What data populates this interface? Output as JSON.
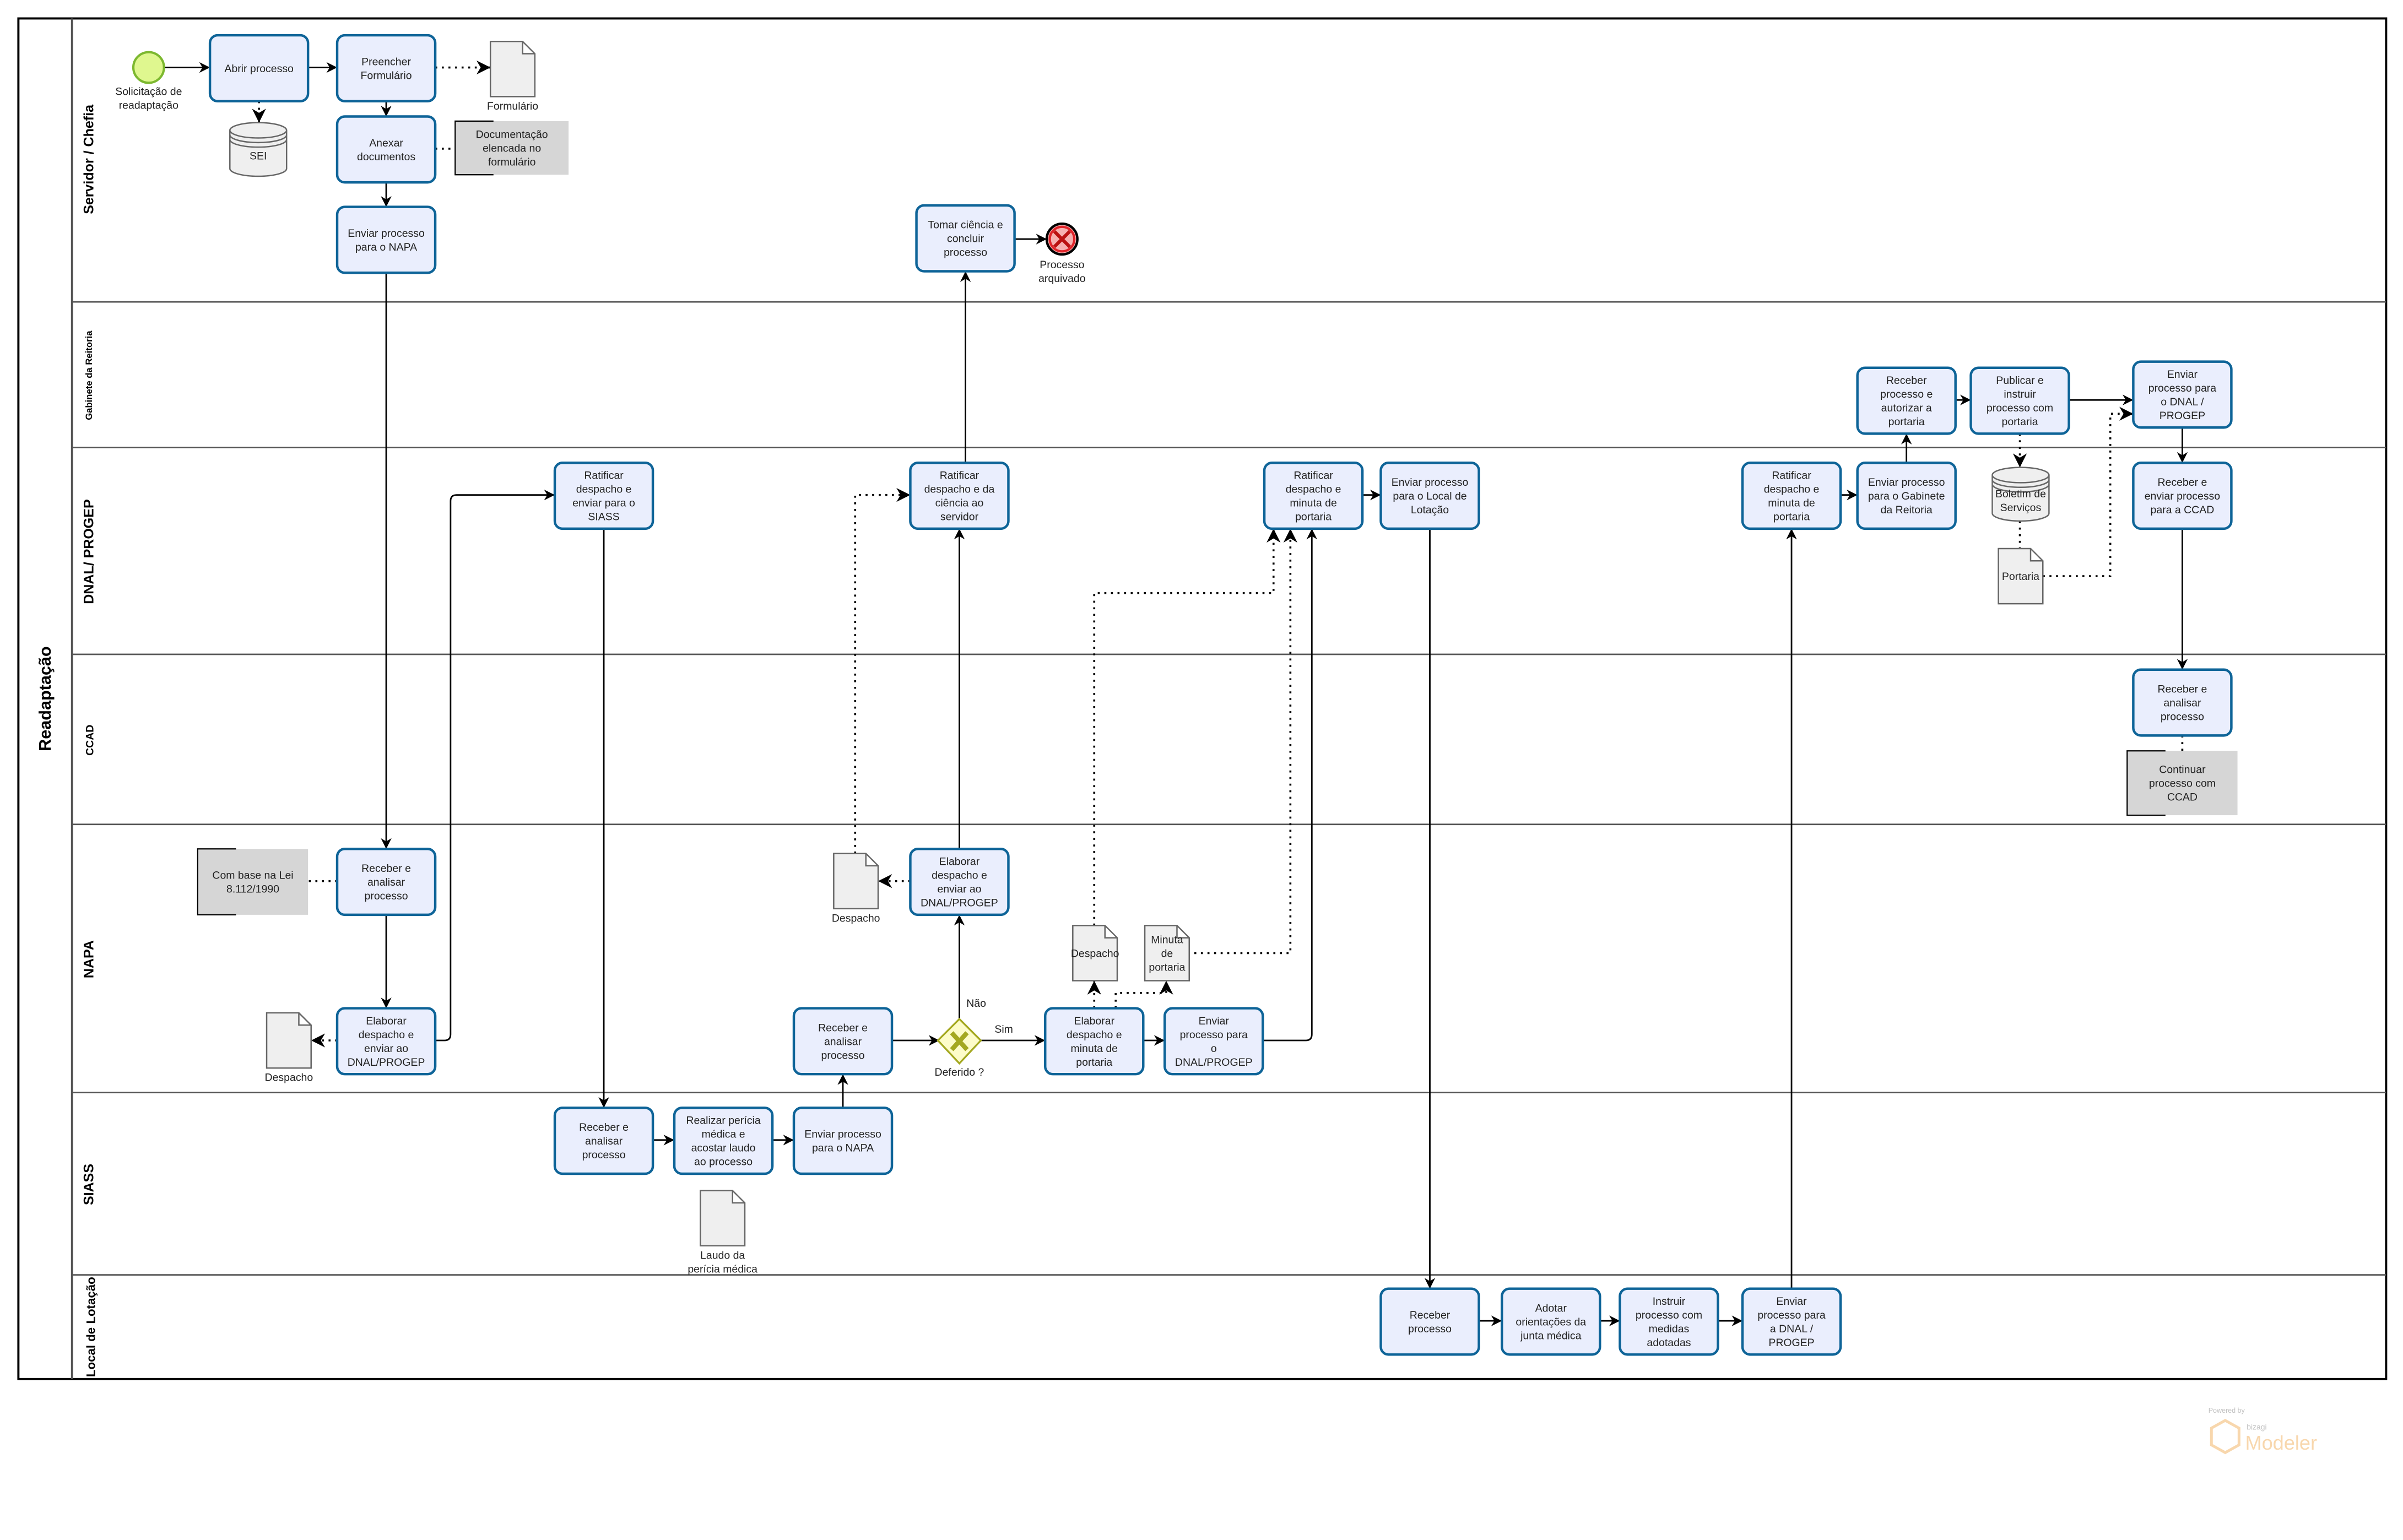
{
  "pool": {
    "title": "Readaptação"
  },
  "lanes": [
    "Servidor / Chefia",
    "Gabinete da Reitoria",
    "DNAL/ PROGEP",
    "CCAD",
    "NAPA",
    "SIASS",
    "Local de Lotação"
  ],
  "events": {
    "start": "Solicitação de readaptação",
    "start_lines": [
      "Solicitação de",
      "readaptação"
    ],
    "end": "Processo arquivado",
    "end_lines": [
      "Processo",
      "arquivado"
    ]
  },
  "gateway": {
    "label": "Deferido ?",
    "yes": "Sim",
    "no": "Não"
  },
  "tasks": {
    "abrir_processo": [
      "Abrir processo"
    ],
    "preencher": [
      "Preencher",
      "Formulário"
    ],
    "anexar": [
      "Anexar",
      "documentos"
    ],
    "enviar_napa_1": [
      "Enviar processo",
      "para o NAPA"
    ],
    "tomar_ciencia": [
      "Tomar ciência e",
      "concluir",
      "processo"
    ],
    "receber_autorizar": [
      "Receber",
      "processo e",
      "autorizar a",
      "portaria"
    ],
    "publicar": [
      "Publicar e",
      "instruir",
      "processo com",
      "portaria"
    ],
    "enviar_dnal_gab": [
      "Enviar",
      "processo para",
      "o DNAL /",
      "PROGEP"
    ],
    "ratificar_siass": [
      "Ratificar",
      "despacho e",
      "enviar para o",
      "SIASS"
    ],
    "ratificar_ciencia": [
      "Ratificar",
      "despacho e da",
      "ciência ao",
      "servidor"
    ],
    "ratificar_minuta_1": [
      "Ratificar",
      "despacho e",
      "minuta de",
      "portaria"
    ],
    "enviar_local": [
      "Enviar processo",
      "para o Local de",
      "Lotação"
    ],
    "ratificar_minuta_2": [
      "Ratificar",
      "despacho e",
      "minuta de",
      "portaria"
    ],
    "enviar_gabinete": [
      "Enviar processo",
      "para o Gabinete",
      "da Reitoria"
    ],
    "receber_enviar_ccad": [
      "Receber e",
      "enviar processo",
      "para a CCAD"
    ],
    "ccad_receber": [
      "Receber e",
      "analisar",
      "processo"
    ],
    "napa_receber_1": [
      "Receber e",
      "analisar",
      "processo"
    ],
    "napa_elaborar_1": [
      "Elaborar",
      "despacho e",
      "enviar ao",
      "DNAL/PROGEP"
    ],
    "napa_elaborar_2": [
      "Elaborar",
      "despacho e",
      "enviar ao",
      "DNAL/PROGEP"
    ],
    "napa_receber_2": [
      "Receber e",
      "analisar",
      "processo"
    ],
    "napa_elaborar_minuta": [
      "Elaborar",
      "despacho e",
      "minuta de",
      "portaria"
    ],
    "napa_enviar_dnal": [
      "Enviar",
      "processo para",
      "o",
      "DNAL/PROGEP"
    ],
    "siass_receber": [
      "Receber e",
      "analisar",
      "processo"
    ],
    "siass_pericia": [
      "Realizar perícia",
      "médica e",
      "acostar laudo",
      "ao processo"
    ],
    "siass_enviar_napa": [
      "Enviar processo",
      "para o NAPA"
    ],
    "local_receber": [
      "Receber",
      "processo"
    ],
    "local_adotar": [
      "Adotar",
      "orientações da",
      "junta médica"
    ],
    "local_instruir": [
      "Instruir",
      "processo com",
      "medidas",
      "adotadas"
    ],
    "local_enviar": [
      "Enviar",
      "processo para",
      "a DNAL /",
      "PROGEP"
    ]
  },
  "documents": {
    "formulario": {
      "lines": [
        "Formulário"
      ]
    },
    "despacho_1": {
      "lines": [
        "Despacho"
      ]
    },
    "despacho_2": {
      "lines": [
        "Despacho"
      ]
    },
    "despacho_3": {
      "lines": [
        "Despacho"
      ]
    },
    "minuta": {
      "lines": [
        "Minuta",
        "de",
        "portaria"
      ]
    },
    "laudo": {
      "lines": [
        "Laudo da",
        "perícia médica"
      ]
    },
    "portaria": {
      "lines": [
        "Portaria"
      ]
    }
  },
  "datastores": {
    "sei": [
      "SEI"
    ],
    "boletim": [
      "Boletim de",
      "Serviços"
    ]
  },
  "annotations": {
    "documentacao": [
      "Documentação",
      "elencada no",
      "formulário"
    ],
    "lei": [
      "Com base na Lei",
      "8.112/1990"
    ],
    "continuar": [
      "Continuar",
      "processo com",
      "CCAD"
    ]
  },
  "branding": {
    "powered": "Powered by",
    "company": "bizagi",
    "product": "Modeler"
  },
  "colors": {
    "task_fill": "#eaeefd",
    "task_border": "#0e6498",
    "start": "#dff78f",
    "end": "#e0242a",
    "gateway": "#a4a820",
    "logo": "#f8d3a5"
  }
}
